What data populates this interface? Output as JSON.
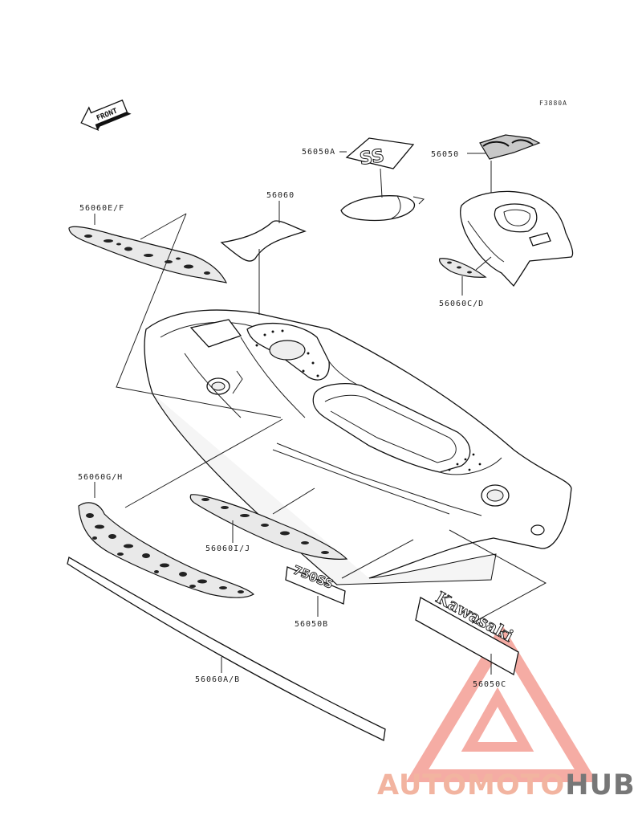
{
  "figure_ref": "F3880A",
  "front_label": "FRONT",
  "parts": {
    "p56050A": "56050A",
    "p56050": "56050",
    "p56060EF": "56060E/F",
    "p56060": "56060",
    "p56060CD": "56060C/D",
    "p56060GH": "56060G/H",
    "p56060IJ": "56060I/J",
    "p56050B": "56050B",
    "p56060AB": "56060A/B",
    "p56050C": "56050C"
  },
  "decals": {
    "ss": "SS",
    "model": "750SS",
    "brand": "Kawasaki"
  },
  "watermark": {
    "part_a": "AUTOMOTO",
    "part_b": "HUB",
    "color_a": "#f2b4a0",
    "color_b": "#777777"
  }
}
